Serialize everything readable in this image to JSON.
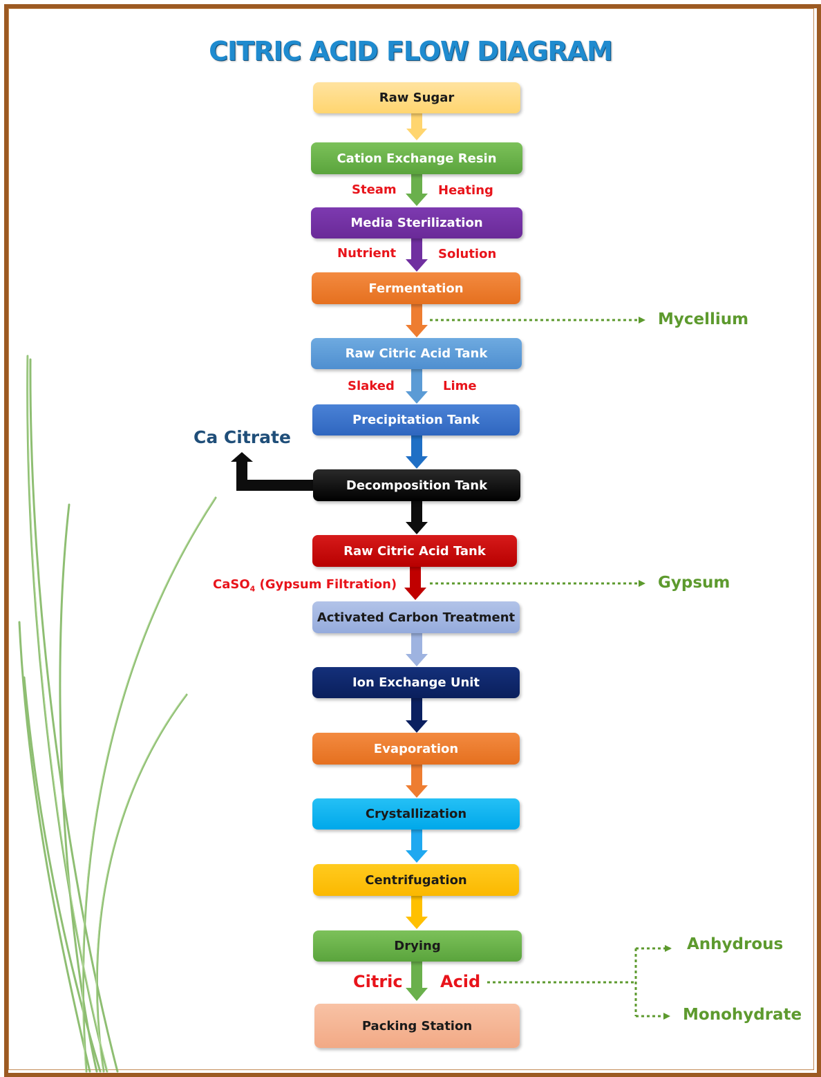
{
  "title": "CITRIC ACID FLOW DIAGRAM",
  "steps": [
    {
      "label": "Raw Sugar",
      "color": "#ffd56f"
    },
    {
      "label": "Cation Exchange Resin",
      "color": "#6ab04c"
    },
    {
      "label": "Media Sterilization",
      "color": "#7030a0"
    },
    {
      "label": "Fermentation",
      "color": "#ee7d31"
    },
    {
      "label": "Raw Citric Acid Tank",
      "color": "#5b9bd5"
    },
    {
      "label": "Precipitation Tank",
      "color": "#3a72c9"
    },
    {
      "label": "Decomposition Tank",
      "color": "#0d0d0d"
    },
    {
      "label": "Raw Citric Acid Tank",
      "color": "#c00000"
    },
    {
      "label": "Activated Carbon Treatment",
      "color": "#9eb3e0"
    },
    {
      "label": "Ion Exchange Unit",
      "color": "#0b2060"
    },
    {
      "label": "Evaporation",
      "color": "#ee7d31"
    },
    {
      "label": "Crystallization",
      "color": "#00b0f0"
    },
    {
      "label": "Centrifugation",
      "color": "#ffc000"
    },
    {
      "label": "Drying",
      "color": "#6ab04c"
    },
    {
      "label": "Packing Station",
      "color": "#f4b08e"
    }
  ],
  "inputs": {
    "steam": "Steam",
    "heating": "Heating",
    "nutrient": "Nutrient",
    "solution": "Solution",
    "slaked": "Slaked",
    "lime": "Lime",
    "caso4": "CaSO",
    "caso4_sub": "4",
    "caso4_rest": " (Gypsum Filtration)",
    "citric": "Citric",
    "acid": "Acid"
  },
  "outputs": {
    "mycellium": "Mycellium",
    "gypsum": "Gypsum",
    "ca_citrate": "Ca Citrate",
    "anhydrous": "Anhydrous",
    "monohydrate": "Monohydrate"
  }
}
